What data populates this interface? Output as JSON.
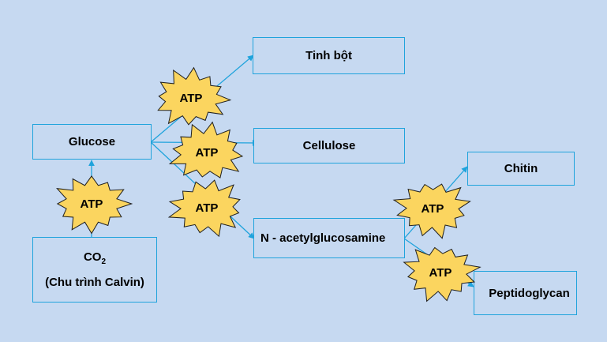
{
  "nodes": {
    "glucose": "Glucose",
    "tinh_bot": "Tinh bột",
    "cellulose": "Cellulose",
    "n_acetyl": "N - acetylglucosamine",
    "chitin": "Chitin",
    "peptidoglycan": "Peptidoglycan",
    "co2_main": "CO",
    "co2_sub": "2",
    "calvin": "(Chu trình Calvin)"
  },
  "energy_label": "ATP",
  "colors": {
    "background": "#c6d9f1",
    "connector": "#1fa3dc",
    "burst_fill": "#fbd55f",
    "burst_stroke": "#1f1f1f"
  }
}
